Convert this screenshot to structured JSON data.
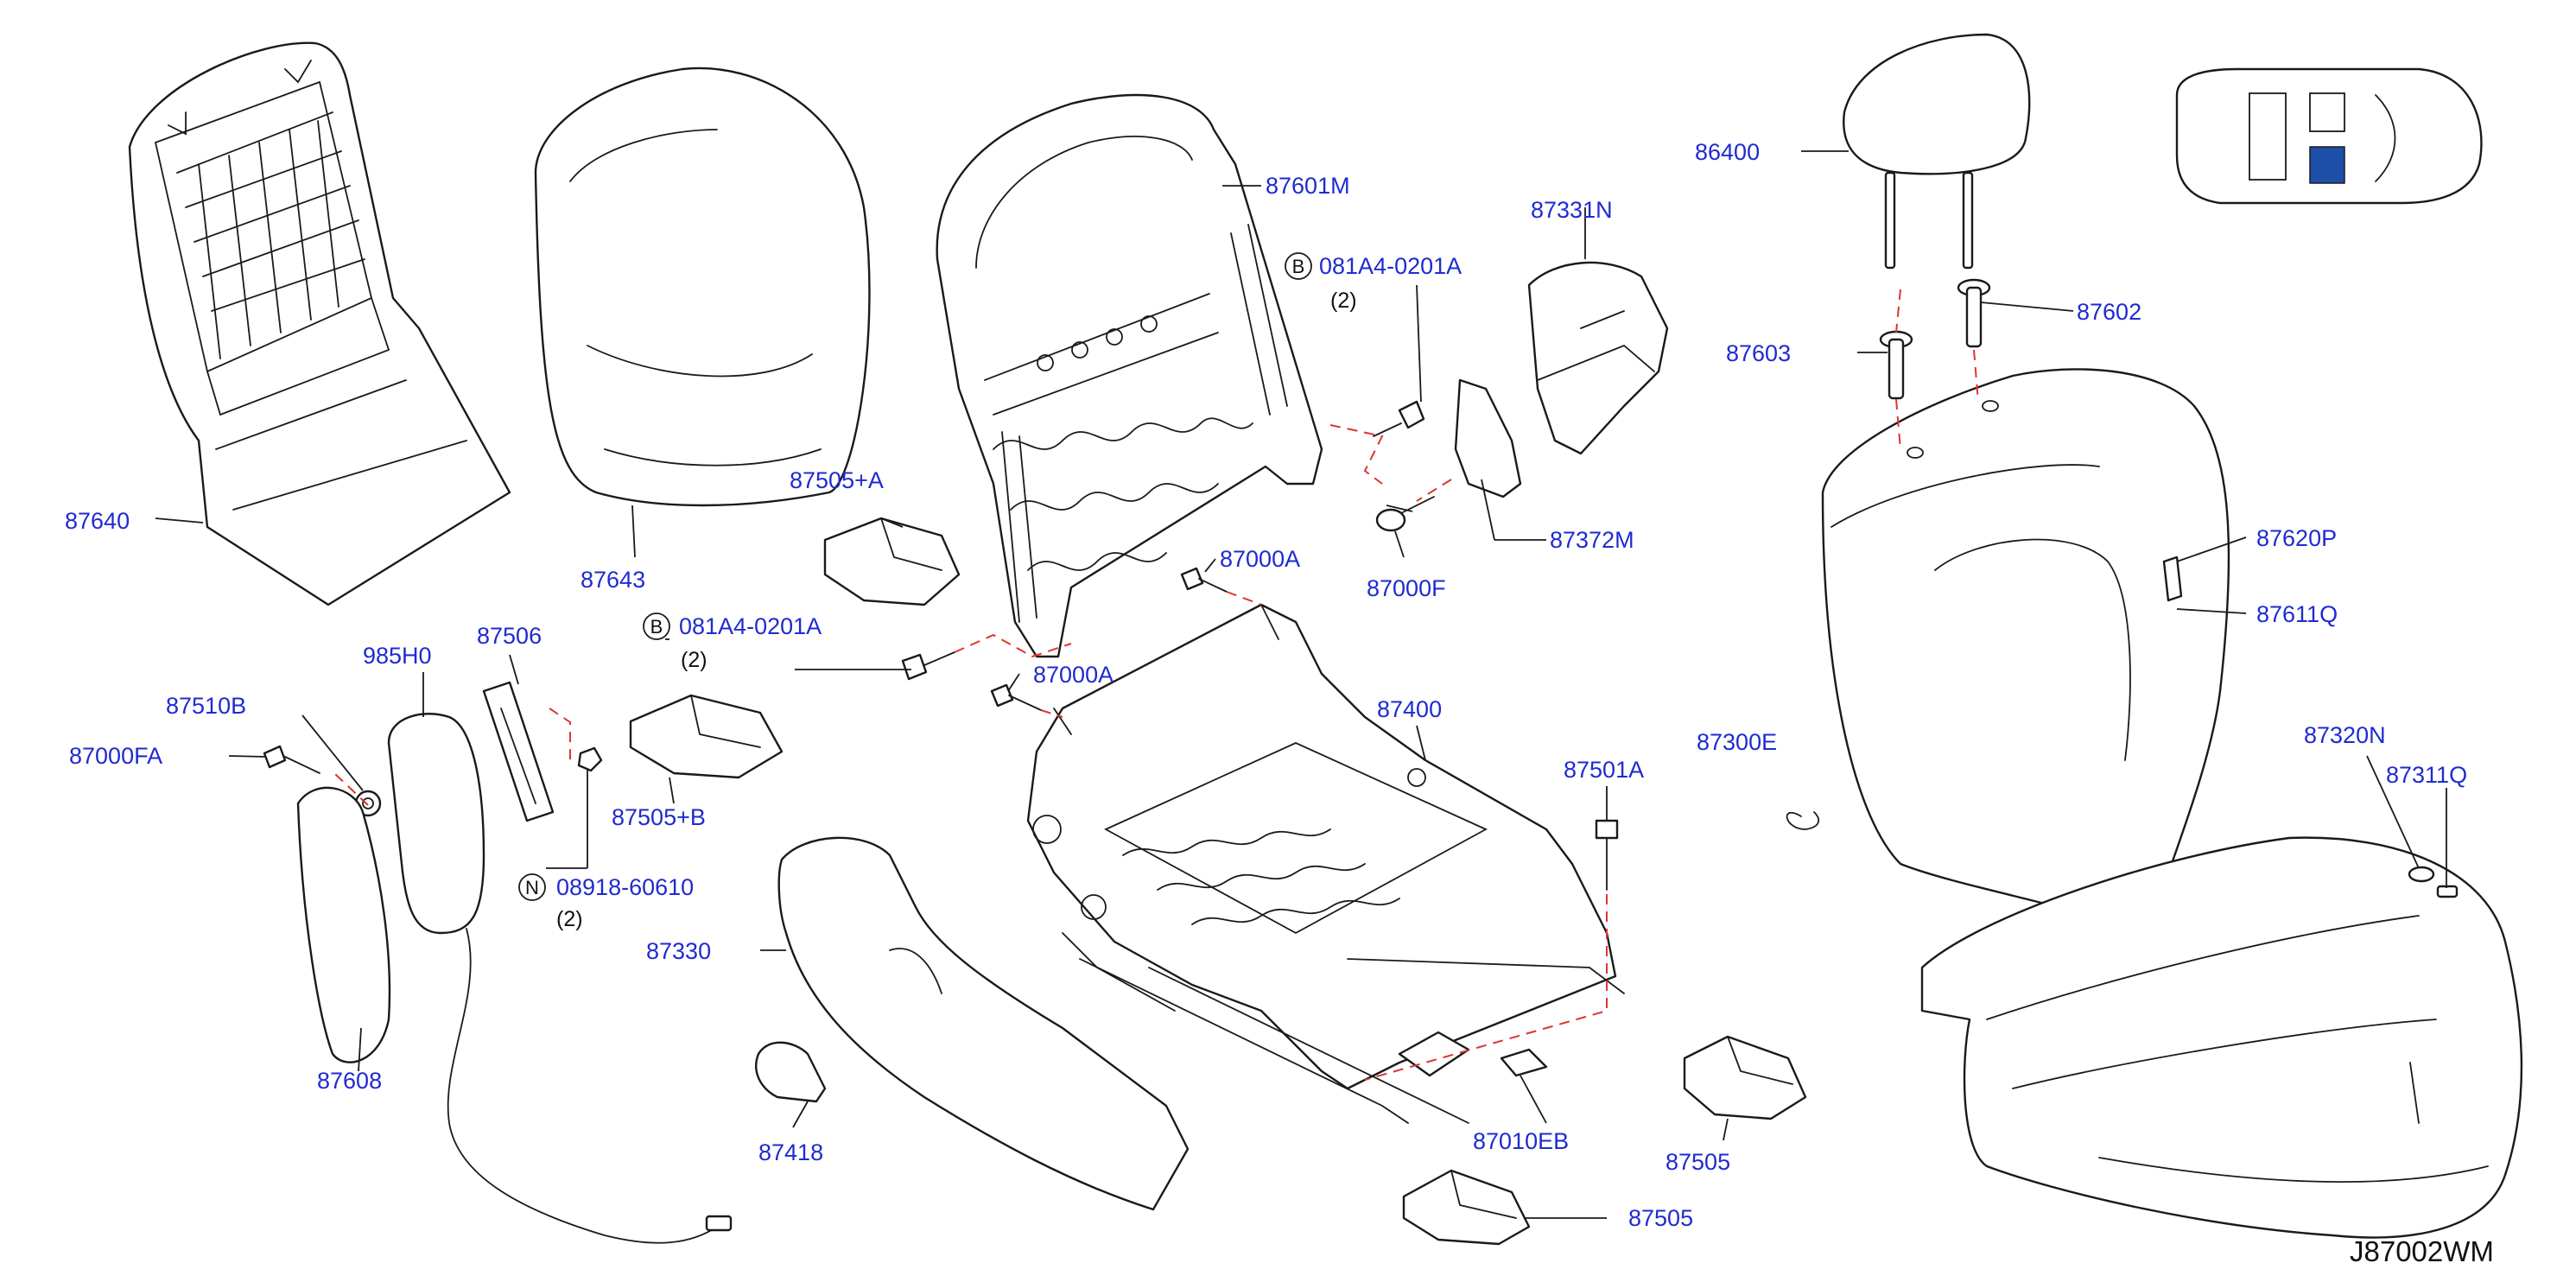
{
  "diagram_code": "J87002WM",
  "colors": {
    "label": "#1f2bd0",
    "line": "#1a1a1a",
    "dashed_axis": "#e0342f",
    "locator_highlight": "#1e4fa8"
  },
  "labels": {
    "p87640": "87640",
    "p87643": "87643",
    "p87601M": "87601M",
    "p87331N": "87331N",
    "p87372M": "87372M",
    "p87000F": "87000F",
    "p86400": "86400",
    "p87603": "87603",
    "p87602": "87602",
    "p87620P": "87620P",
    "p87611Q": "87611Q",
    "p87320N": "87320N",
    "p87311Q": "87311Q",
    "p87505A": "87505+A",
    "p87505B": "87505+B",
    "p87000A_1": "87000A",
    "p87000A_2": "87000A",
    "p87400": "87400",
    "p87300E": "87300E",
    "p87501A": "87501A",
    "p87506": "87506",
    "p985H0": "985H0",
    "p87510B": "87510B",
    "p87000FA": "87000FA",
    "p87608": "87608",
    "p87330": "87330",
    "p87418": "87418",
    "p87010EB": "87010EB",
    "p87505_1": "87505",
    "p87505_2": "87505"
  },
  "callouts": {
    "bolt_b_1": {
      "letter": "B",
      "part": "081A4-0201A",
      "qty": "(2)"
    },
    "bolt_b_2": {
      "letter": "B",
      "part": "081A4-0201A",
      "qty": "(2)"
    },
    "nut_n": {
      "letter": "N",
      "part": "08918-60610",
      "qty": "(2)"
    }
  },
  "locator": {
    "highlighted_seat": "front-right"
  }
}
